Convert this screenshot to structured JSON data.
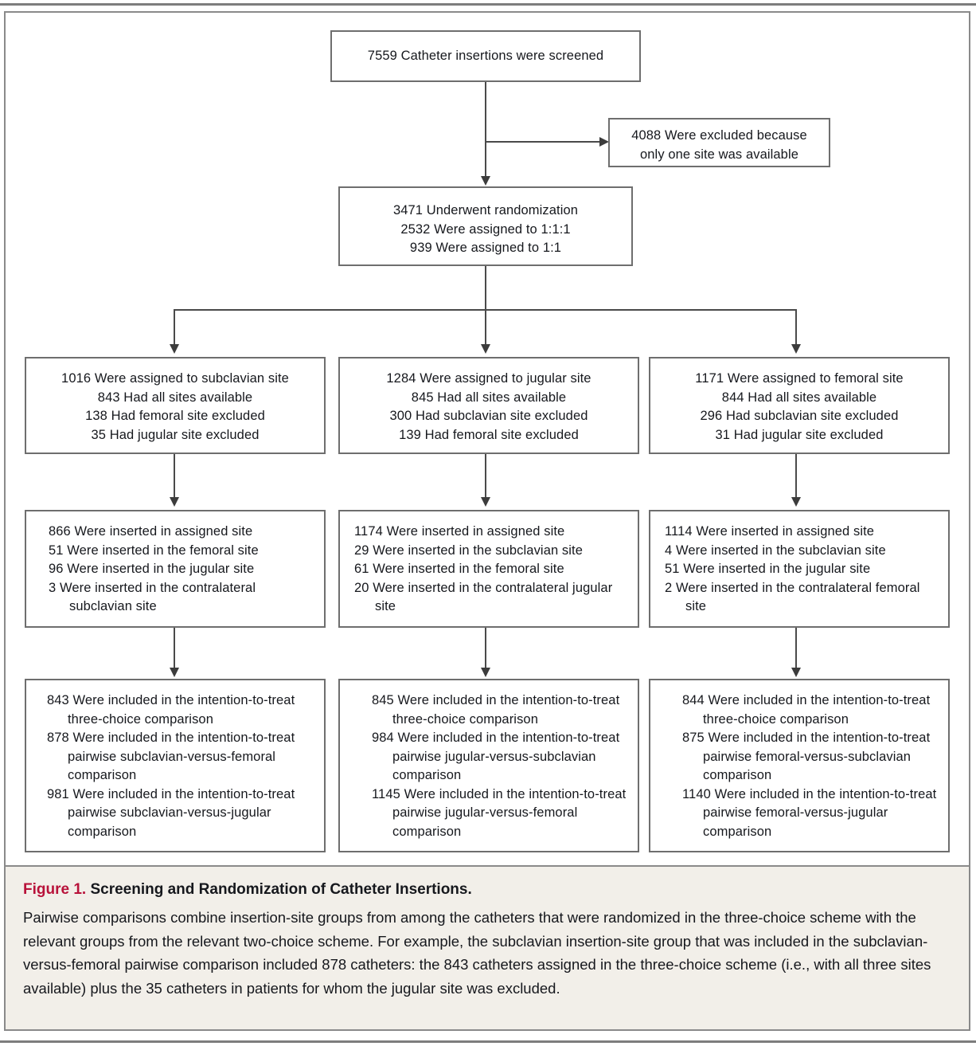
{
  "figure": {
    "label": "Figure 1.",
    "title": "Screening and Randomization of Catheter Insertions.",
    "caption": "Pairwise comparisons combine insertion-site groups from among the catheters that were randomized in the three-choice scheme with the relevant groups from the relevant two-choice scheme. For example, the subclavian insertion-site group that was included in the subclavian-versus-femoral pairwise comparison included 878 catheters: the 843 catheters assigned in the three-choice scheme (i.e., with all three sites available) plus the 35 catheters in patients for whom the jugular site was excluded.",
    "accent_color": "#b8123a",
    "caption_bg": "#f2efe9",
    "box_border_color": "#6e6e6e",
    "connector_color": "#4a4a4a"
  },
  "flow": {
    "screened": {
      "lines": [
        "7559 Catheter insertions were screened"
      ]
    },
    "excluded": {
      "lines": [
        "4088 Were excluded because",
        "only one site was available"
      ]
    },
    "randomized": {
      "lines": [
        "3471 Underwent randomization",
        "2532 Were assigned to 1:1:1",
        "939 Were assigned to 1:1"
      ]
    },
    "assigned": [
      {
        "lines": [
          "1016 Were assigned to subclavian site",
          "843 Had all sites available",
          "138 Had femoral site excluded",
          "35 Had jugular site excluded"
        ]
      },
      {
        "lines": [
          "1284 Were assigned to jugular site",
          "845 Had all sites available",
          "300 Had subclavian site excluded",
          "139 Had femoral site excluded"
        ]
      },
      {
        "lines": [
          "1171 Were assigned to femoral site",
          "844 Had all sites available",
          "296 Had subclavian site excluded",
          "31 Had jugular site excluded"
        ]
      }
    ],
    "inserted": [
      {
        "lines": [
          "866 Were inserted in assigned site",
          "51 Were inserted in the femoral site",
          "96 Were inserted in the jugular site",
          "3 Were inserted in the contralateral subclavian site"
        ]
      },
      {
        "lines": [
          "1174 Were inserted in assigned site",
          "29 Were inserted in the subclavian site",
          "61 Were inserted in the femoral site",
          "20 Were inserted in the contralateral jugular site"
        ]
      },
      {
        "lines": [
          "1114 Were inserted in assigned site",
          "4 Were inserted in the subclavian site",
          "51 Were inserted in the jugular site",
          "2 Were inserted in the contralateral femoral site"
        ]
      }
    ],
    "included": [
      {
        "lines": [
          "843 Were included in the intention-to-treat three-choice comparison",
          "878 Were included in the intention-to-treat pairwise subclavian-versus-femoral comparison",
          "981 Were included in the intention-to-treat pairwise subclavian-versus-jugular comparison"
        ]
      },
      {
        "lines": [
          "845 Were included in the intention-to-treat three-choice comparison",
          "984 Were included in the intention-to-treat pairwise jugular-versus-subclavian comparison",
          "1145 Were included in the intention-to-treat pairwise jugular-versus-femoral comparison"
        ]
      },
      {
        "lines": [
          "844 Were included in the intention-to-treat three-choice comparison",
          "875 Were included in the intention-to-treat pairwise femoral-versus-subclavian comparison",
          "1140 Were included in the intention-to-treat pairwise femoral-versus-jugular comparison"
        ]
      }
    ]
  },
  "chart_data": {
    "type": "diagram",
    "title": "Screening and Randomization of Catheter Insertions",
    "nodes": [
      {
        "id": "screened",
        "value": 7559,
        "label": "Catheter insertions were screened"
      },
      {
        "id": "excluded",
        "value": 4088,
        "label": "Were excluded because only one site was available"
      },
      {
        "id": "randomized",
        "value": 3471,
        "label": "Underwent randomization"
      },
      {
        "id": "randomized-111",
        "value": 2532,
        "label": "Were assigned to 1:1:1"
      },
      {
        "id": "randomized-11",
        "value": 939,
        "label": "Were assigned to 1:1"
      },
      {
        "id": "assigned-subclavian",
        "value": 1016,
        "label": "Were assigned to subclavian site"
      },
      {
        "id": "assigned-jugular",
        "value": 1284,
        "label": "Were assigned to jugular site"
      },
      {
        "id": "assigned-femoral",
        "value": 1171,
        "label": "Were assigned to femoral site"
      },
      {
        "id": "inserted-subclavian",
        "value": 866,
        "label": "Were inserted in assigned site"
      },
      {
        "id": "inserted-jugular",
        "value": 1174,
        "label": "Were inserted in assigned site"
      },
      {
        "id": "inserted-femoral",
        "value": 1114,
        "label": "Were inserted in assigned site"
      }
    ],
    "edges": [
      {
        "from": "screened",
        "to": "excluded"
      },
      {
        "from": "screened",
        "to": "randomized"
      },
      {
        "from": "randomized",
        "to": "assigned-subclavian"
      },
      {
        "from": "randomized",
        "to": "assigned-jugular"
      },
      {
        "from": "randomized",
        "to": "assigned-femoral"
      },
      {
        "from": "assigned-subclavian",
        "to": "inserted-subclavian"
      },
      {
        "from": "assigned-jugular",
        "to": "inserted-jugular"
      },
      {
        "from": "assigned-femoral",
        "to": "inserted-femoral"
      }
    ]
  }
}
